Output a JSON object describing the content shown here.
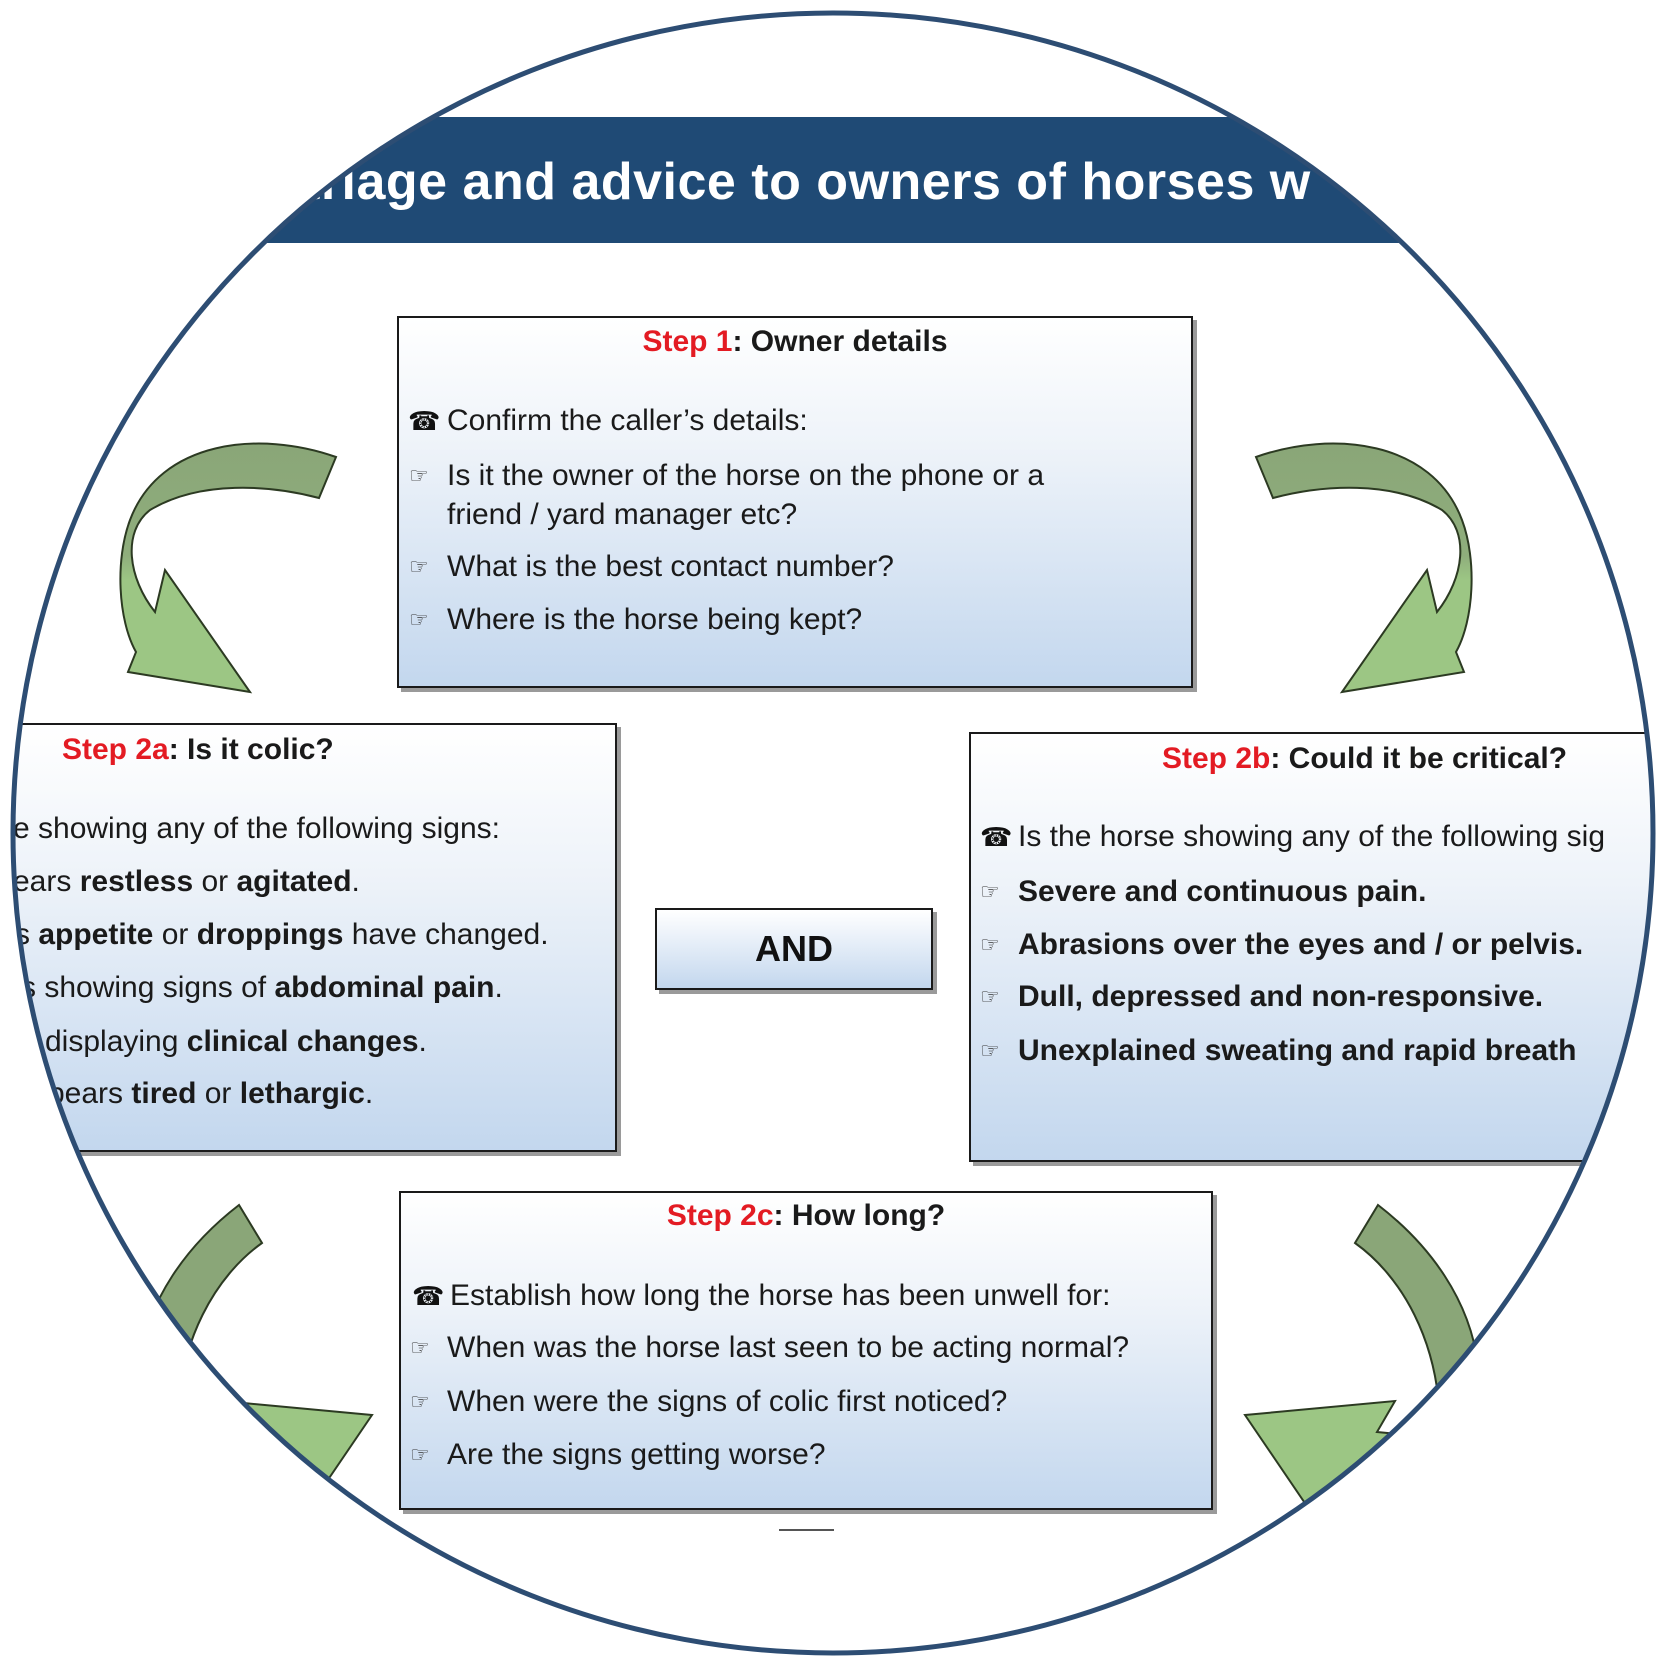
{
  "header": {
    "title": "triage and advice to owners of horses w"
  },
  "colors": {
    "banner": "#1f4a75",
    "ring": "#2d4d73",
    "step_red": "#e31b23",
    "arrow_dark": "#8aa678",
    "arrow_light": "#9cc684"
  },
  "step1": {
    "step_label": "Step 1",
    "title_rest": ": Owner details",
    "lead": "Confirm the caller’s details:",
    "bullets": [
      "Is it the owner of the horse on the phone or a",
      "friend / yard manager etc?",
      "What is the best contact number?",
      "Where is the horse being kept?"
    ]
  },
  "step2a": {
    "step_label": "Step 2a",
    "title_rest": ": Is it colic?",
    "lines": [
      [
        {
          "text": "e showing any of the following signs:",
          "bold": false
        }
      ],
      [
        {
          "text": "ears ",
          "bold": false
        },
        {
          "text": "restless",
          "bold": true
        },
        {
          "text": " or ",
          "bold": false
        },
        {
          "text": "agitated",
          "bold": true
        },
        {
          "text": ".",
          "bold": false
        }
      ],
      [
        {
          "text": "s ",
          "bold": false
        },
        {
          "text": "appetite",
          "bold": true
        },
        {
          "text": " or ",
          "bold": false
        },
        {
          "text": "droppings",
          "bold": true
        },
        {
          "text": " have changed.",
          "bold": false
        }
      ],
      [
        {
          "text": "s showing signs of ",
          "bold": false
        },
        {
          "text": "abdominal pain",
          "bold": true
        },
        {
          "text": ".",
          "bold": false
        }
      ],
      [
        {
          "text": "displaying ",
          "bold": false
        },
        {
          "text": "clinical changes",
          "bold": true
        },
        {
          "text": ".",
          "bold": false
        }
      ],
      [
        {
          "text": "pears ",
          "bold": false
        },
        {
          "text": "tired",
          "bold": true
        },
        {
          "text": " or ",
          "bold": false
        },
        {
          "text": "lethargic",
          "bold": true
        },
        {
          "text": ".",
          "bold": false
        }
      ]
    ]
  },
  "and_label": "AND",
  "step2b": {
    "step_label": "Step 2b",
    "title_rest": ": Could it be critical?",
    "lead": "Is the horse showing any of the following sig",
    "bullets": [
      "Severe and continuous pain.",
      "Abrasions over the eyes and / or pelvis.",
      "Dull, depressed and non-responsive.",
      "Unexplained sweating and rapid breath"
    ]
  },
  "step2c": {
    "step_label": "Step 2c",
    "title_rest": ": How long?",
    "lead": "Establish how long the horse has been unwell for:",
    "bullets": [
      "When was the horse last seen to be acting normal?",
      "When were the signs of colic first noticed?",
      "Are the signs getting worse?"
    ]
  },
  "icons": {
    "phone": "☎",
    "hand": "☞"
  }
}
